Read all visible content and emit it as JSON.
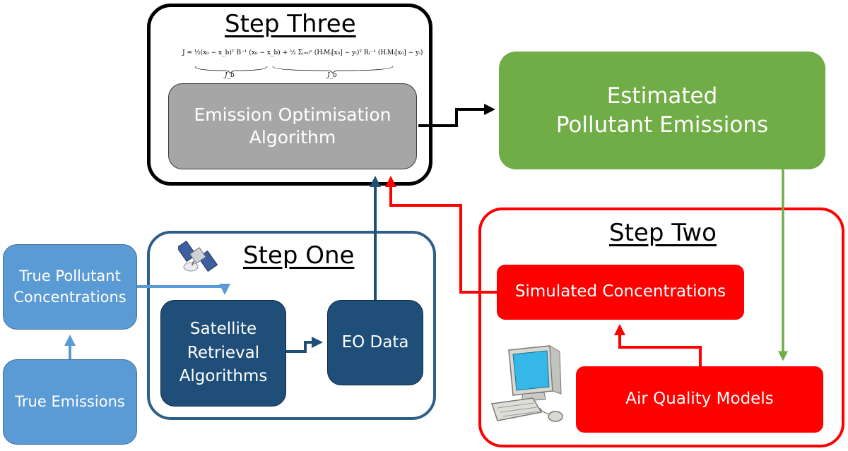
{
  "step_three": {
    "title": "Step Three",
    "equation": "J = ½(x₀ − x_b)ᵀ B⁻¹ (x₀ − x_b) + ½ Σᵢ₌₀ⁿ (HᵢMᵢ[x₀] − yᵢ)ᵀ Rᵢ⁻¹ (HᵢMᵢ[x₀] − yᵢ)",
    "term_b": "J_b",
    "term_o": "J_o",
    "algorithm_label": "Emission Optimisation Algorithm"
  },
  "estimated_emissions": {
    "label": "Estimated Pollutant Emissions"
  },
  "step_one": {
    "title": "Step One",
    "retrieval_label": "Satellite Retrieval Algorithms",
    "eo_data_label": "EO Data"
  },
  "step_two": {
    "title": "Step Two",
    "simulated_label": "Simulated Concentrations",
    "models_label": "Air Quality Models"
  },
  "inputs": {
    "true_concentrations_label": "True Pollutant Concentrations",
    "true_emissions_label": "True Emissions"
  },
  "icons": {
    "satellite": "satellite-icon",
    "computer": "computer-icon"
  },
  "colors": {
    "black": "#000000",
    "grey_box": "#a6a6a6",
    "green": "#70ad47",
    "navy": "#1f4e79",
    "light_blue": "#5b9bd5",
    "red": "#ff0000",
    "step_one_border": "#2e5f8a"
  }
}
